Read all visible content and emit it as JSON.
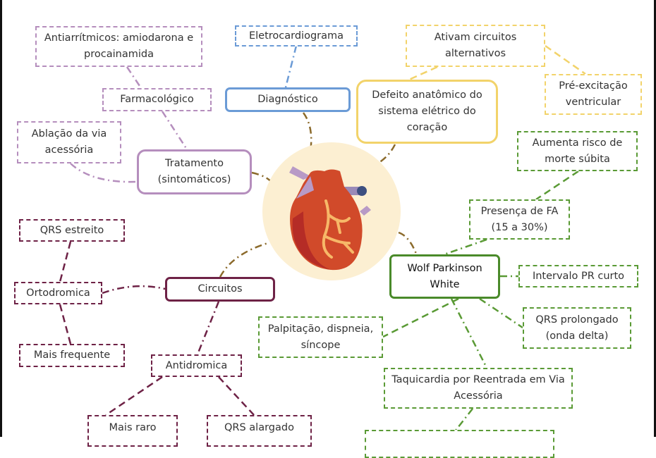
{
  "colors": {
    "purple": "#b58ebd",
    "blue": "#6b9bd6",
    "yellow": "#f2d36a",
    "green": "#5a9a35",
    "maroon": "#6e2246",
    "center_link": "#8b6a2b",
    "heart_bg": "#fcefd2"
  },
  "center": {
    "icon": "heart-icon"
  },
  "nodes": {
    "antiarritmicos": "Antiarrítmicos: amiodarona e procainamida",
    "farmacologico": "Farmacológico",
    "eletrocardiograma": "Eletrocardiograma",
    "diagnostico": "Diagnóstico",
    "ativam": "Ativam circuitos alternativos",
    "pre_excitacao": "Pré-excitação ventricular",
    "defeito": "Defeito anatômico do sistema elétrico do coração",
    "ablacao": "Ablação da via acessória",
    "tratamento": "Tratamento (sintomáticos)",
    "aumenta_risco": "Aumenta risco de morte súbita",
    "presenca_fa": "Presença de FA (15 a 30%)",
    "qrs_estreito": "QRS estreito",
    "ortodromica": "Ortodromica",
    "circuitos": "Circuitos",
    "wpw": "Wolf Parkinson White",
    "intervalo_pr": "Intervalo PR curto",
    "qrs_prolongado": "QRS prolongado (onda delta)",
    "palpitacao": "Palpitação, dispneia, síncope",
    "mais_frequente": "Mais frequente",
    "antidromica": "Antidromica",
    "taquicardia": "Taquicardia por Reentrada em Via Acessória",
    "mais_raro": "Mais raro",
    "qrs_alargado": "QRS alargado"
  }
}
